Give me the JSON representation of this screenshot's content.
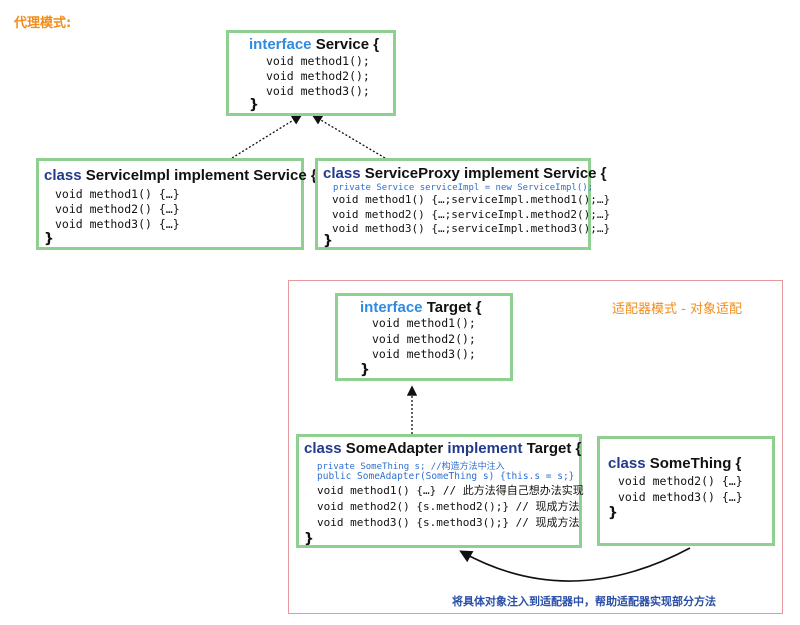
{
  "proxy_title": "代理模式:",
  "adapter_title": "适配器模式 - 对象适配",
  "adapter_caption": "将具体对象注入到适配器中，帮助适配器实现部分方法",
  "service": {
    "keyword": "interface",
    "name": "Service {",
    "lines": [
      "void method1();",
      "void method2();",
      "void method3();"
    ],
    "close": "}"
  },
  "service_impl": {
    "keyword": "class",
    "name": "ServiceImpl implement Service {",
    "lines": [
      "void method1() {…}",
      "void method2() {…}",
      "void method3() {…}"
    ],
    "close": "}"
  },
  "service_proxy": {
    "keyword": "class",
    "name": "ServiceProxy implement Service {",
    "field": "private Service serviceImpl = new ServiceImpl();",
    "lines": [
      "void method1() {…;serviceImpl.method1();…}",
      "void method2() {…;serviceImpl.method2();…}",
      "void method3() {…;serviceImpl.method3();…}"
    ],
    "close": "}"
  },
  "target": {
    "keyword": "interface",
    "name": "Target {",
    "lines": [
      "void method1();",
      "void method2();",
      "void method3();"
    ],
    "close": "}"
  },
  "some_adapter": {
    "keyword": "class",
    "name": "SomeAdapter",
    "implement": "implement",
    "target": "Target {",
    "field1": "private SomeThing s; //构造方法中注入",
    "field2": "public SomeAdapter(SomeThing s) {this.s = s;}",
    "lines": [
      "void method1() {…} // 此方法得自己想办法实现",
      "void method2() {s.method2();} // 现成方法",
      "void method3() {s.method3();} // 现成方法"
    ],
    "close": "}"
  },
  "some_thing": {
    "keyword": "class",
    "name": "SomeThing {",
    "lines": [
      "void method2() {…}",
      "void method3() {…}"
    ],
    "close": "}"
  },
  "colors": {
    "box_border": "#8fcf8f",
    "frame_border": "#e59aa0",
    "orange": "#f28c1a",
    "keyword_blue": "#2f8be0",
    "keyword_navy": "#223a8c",
    "caption_blue": "#2a4fa8"
  }
}
